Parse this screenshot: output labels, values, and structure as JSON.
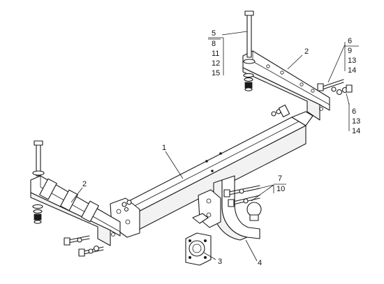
{
  "callouts": {
    "part_1": "1",
    "part_2_right": "2",
    "part_2_left": "2",
    "part_3": "3",
    "part_4": "4",
    "group_top_bolt": [
      "5",
      "8",
      "11",
      "12",
      "15"
    ],
    "group_right_bracket": [
      "6",
      "9",
      "13",
      "14"
    ],
    "group_right_bolt": [
      "6",
      "13",
      "14"
    ],
    "group_mid_bolts": [
      "7",
      "10"
    ]
  },
  "colors": {
    "line": "#1a1a1a",
    "background": "#ffffff"
  }
}
